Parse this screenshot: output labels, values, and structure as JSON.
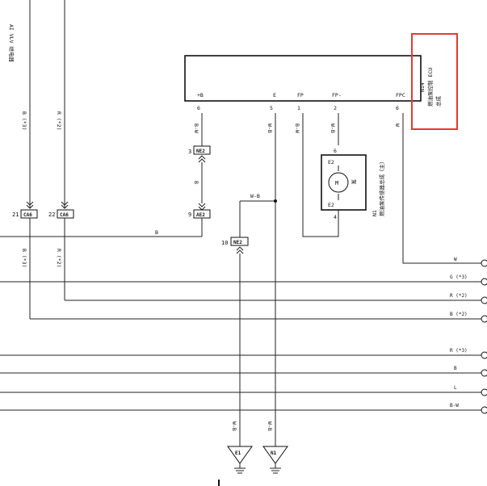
{
  "ecu": {
    "label_line1": "N14",
    "label_line2": "燃油泵控制 ECU",
    "label_line3": "总成",
    "pins": [
      {
        "num": "6",
        "name": "+B"
      },
      {
        "num": "5",
        "name": "E"
      },
      {
        "num": "1",
        "name": "FP"
      },
      {
        "num": "2",
        "name": "FP-"
      },
      {
        "num": "6",
        "name": "FPC"
      }
    ],
    "highlight_color": "#e53935"
  },
  "pump": {
    "label_line1": "N1",
    "label_line2": "燃油泵传感器总成（主）",
    "motor_symbol": "M",
    "motor_label": "泵",
    "pin_top_num": "6",
    "pin_top_tag": "E2",
    "pin_bottom_tag": "E2",
    "pin_bottom_num": "4"
  },
  "relay_label": "AI VLV 继电器",
  "connectors": [
    {
      "num": "3",
      "tag": "NE2"
    },
    {
      "num": "9",
      "tag": "AE2"
    },
    {
      "num": "21",
      "tag": "CA6"
    },
    {
      "num": "22",
      "tag": "CA6"
    },
    {
      "num": "10",
      "tag": "NE2"
    }
  ],
  "grounds": [
    {
      "name": "E1",
      "wire": "W-B"
    },
    {
      "name": "N1",
      "wire": "W-B"
    }
  ],
  "wire_labels": {
    "top_left_1": "B (*3)",
    "top_left_2": "R (*2)",
    "mid_left_1": "B (*3)",
    "mid_left_2": "R (*2)",
    "ecu_b": "B-W",
    "ecu_e": "W-B",
    "ecu_fp": "B-W",
    "ecu_fpminus": "W-B",
    "ecu_fpc": "W",
    "conn_between": "B",
    "bus_b": "B",
    "ground_branch": "W-B"
  },
  "right_wires": [
    {
      "label": "W"
    },
    {
      "label": "G (*3)"
    },
    {
      "label": "R (*2)"
    },
    {
      "label": "B (*2)"
    },
    {
      "label": "R (*3)"
    },
    {
      "label": "B"
    },
    {
      "label": "L"
    },
    {
      "label": "B-W"
    }
  ]
}
